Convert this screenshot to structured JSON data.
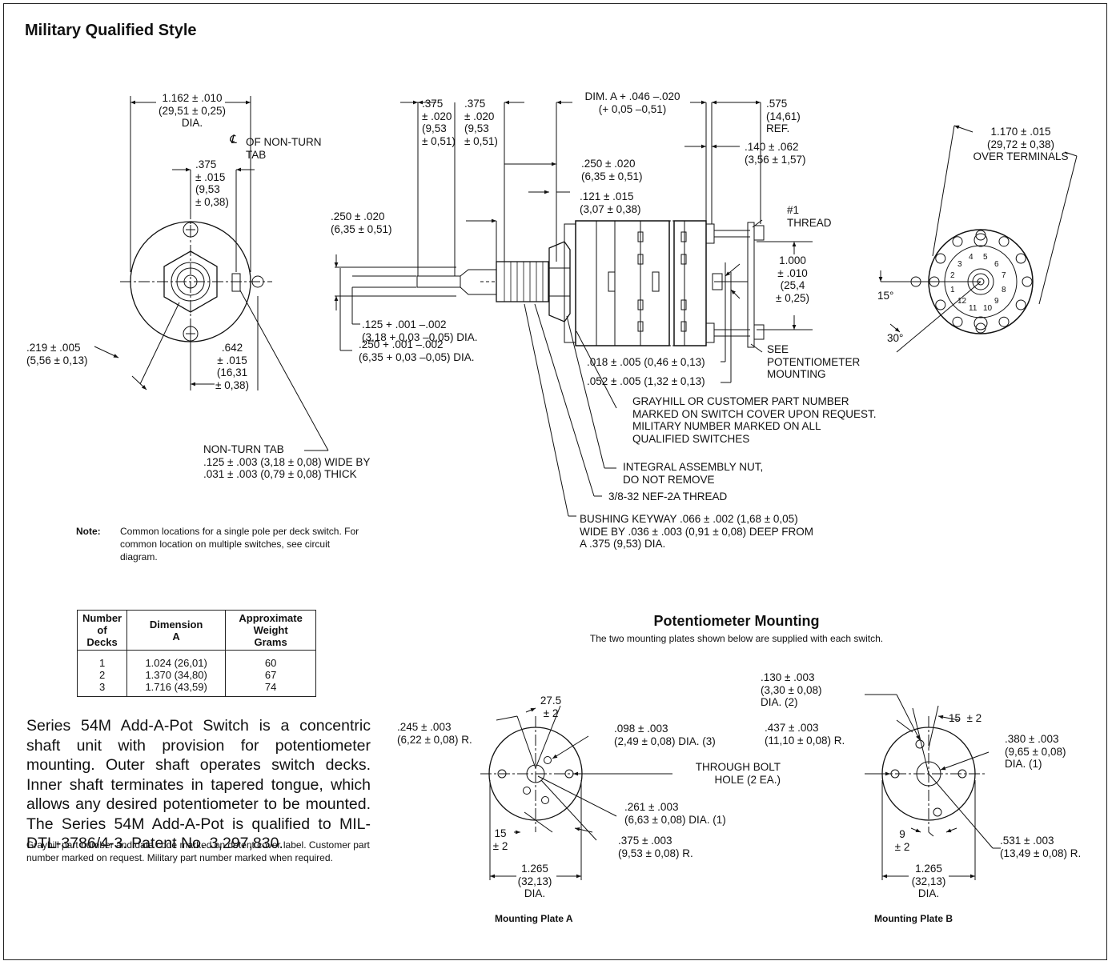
{
  "title": "Military Qualified Style",
  "front_view": {
    "dia": "1.162 ± .010\n(29,51 ± 0,25)\nDIA.",
    "centerline": "℄",
    "non_turn_ref": "OF NON-TURN\nTAB",
    "tab_offset": ".375\n± .015\n(9,53\n± 0,38)",
    "radius": ".219 ± .005\n(5,56 ± 0,13)",
    "tab_dist": ".642\n± .015\n(16,31\n± 0,38)",
    "non_turn_tab": "NON-TURN TAB\n.125 ± .003 (3,18 ± 0,08) WIDE BY\n.031 ± .003 (0,79 ± 0,08) THICK"
  },
  "side_view": {
    "d375a": ".375\n± .020\n(9,53\n± 0,51)",
    "d375b": ".375\n± .020\n(9,53\n± 0,51)",
    "dim_a": "DIM. A + .046 –.020\n(+ 0,05 –0,51)",
    "d575": ".575\n(14,61)\nREF.",
    "d250a": ".250 ± .020\n(6,35 ± 0,51)",
    "d140": ".140 ± .062\n(3,56 ± 1,57)",
    "d121": ".121 ± .015\n(3,07 ± 0,38)",
    "d250b": ".250 ± .020\n(6,35 ± 0,51)",
    "thread1": "#1\nTHREAD",
    "d1000": "1.000\n± .010\n(25,4\n± 0,25)",
    "inner_shaft": ".125 + .001 –.002\n(3,18 + 0,03 –0,05) DIA.",
    "outer_shaft": ".250 + .001 –.002\n(6,35 + 0,03 –0,05) DIA.",
    "d018": ".018 ± .005 (0,46 ± 0,13)",
    "d052": ".052 ± .005 (1,32 ± 0,13)",
    "see_pot": "SEE\nPOTENTIOMETER\nMOUNTING",
    "part_number": "GRAYHILL OR CUSTOMER PART NUMBER\nMARKED ON SWITCH COVER UPON REQUEST.\nMILITARY NUMBER MARKED ON ALL\nQUALIFIED SWITCHES",
    "nut": "INTEGRAL ASSEMBLY NUT,\nDO NOT REMOVE",
    "thread": "3/8-32 NEF-2A THREAD",
    "keyway": "BUSHING KEYWAY .066 ± .002 (1,68 ± 0,05)\nWIDE BY .036 ± .003 (0,91 ± 0,08) DEEP FROM\nA .375 (9,53) DIA."
  },
  "rear_view": {
    "terminals": "1.170 ± .015\n(29,72 ± 0,38)\nOVER TERMINALS",
    "angle15": "15°",
    "angle30": "30°",
    "positions": [
      "1",
      "2",
      "3",
      "4",
      "5",
      "6",
      "7",
      "8",
      "9",
      "10",
      "11",
      "12"
    ]
  },
  "note": {
    "label": "Note:",
    "text": "Common locations for a single pole per deck switch. For common location on multiple switches, see circuit diagram."
  },
  "deck_table": {
    "headers": [
      "Number\nof\nDecks",
      "Dimension\nA",
      "Approximate\nWeight\nGrams"
    ],
    "rows": [
      [
        "1",
        "1.024 (26,01)",
        "60"
      ],
      [
        "2",
        "1.370 (34,80)",
        "67"
      ],
      [
        "3",
        "1.716 (43,59)",
        "74"
      ]
    ]
  },
  "description": "Series 54M Add-A-Pot Switch is a concentric shaft unit with provision for potentiometer mounting. Outer shaft operates switch decks. Inner shaft terminates in tapered tongue, which allows any desired potentiometer to be mounted. The Series 54M Add-A-Pot is qualified to MIL-DTL-3786/4-3. Patent No. 3,297,830.",
  "footnote": "Grayhill part number and date code marked on detent cover label. Customer part number marked on request. Military part number marked when required.",
  "pot_mounting": {
    "title": "Potentiometer Mounting",
    "subtitle": "The two mounting plates shown below are supplied with each switch.",
    "plate_a": {
      "label": "Mounting Plate A",
      "angle": "27.5\n± 2",
      "r245": ".245 ± .003\n(6,22 ± 0,08) R.",
      "hole098": ".098 ± .003\n(2,49 ± 0,08) DIA. (3)",
      "through_bolt": "THROUGH BOLT\nHOLE (2 EA.)",
      "hole261": ".261 ± .003\n(6,63 ± 0,08) DIA. (1)",
      "r375": ".375 ± .003\n(9,53 ± 0,08) R.",
      "angle15": "15\n± 2",
      "dia": "1.265\n(32,13)\nDIA."
    },
    "plate_b": {
      "label": "Mounting Plate B",
      "hole130": ".130 ± .003\n(3,30 ± 0,08)\nDIA. (2)",
      "angle15": "15  ± 2",
      "r437": ".437 ± .003\n(11,10 ± 0,08) R.",
      "hole380": ".380 ± .003\n(9,65 ± 0,08)\nDIA. (1)",
      "angle9": "9\n± 2",
      "r531": ".531 ± .003\n(13,49 ± 0,08) R.",
      "dia": "1.265\n(32,13)\nDIA."
    }
  }
}
